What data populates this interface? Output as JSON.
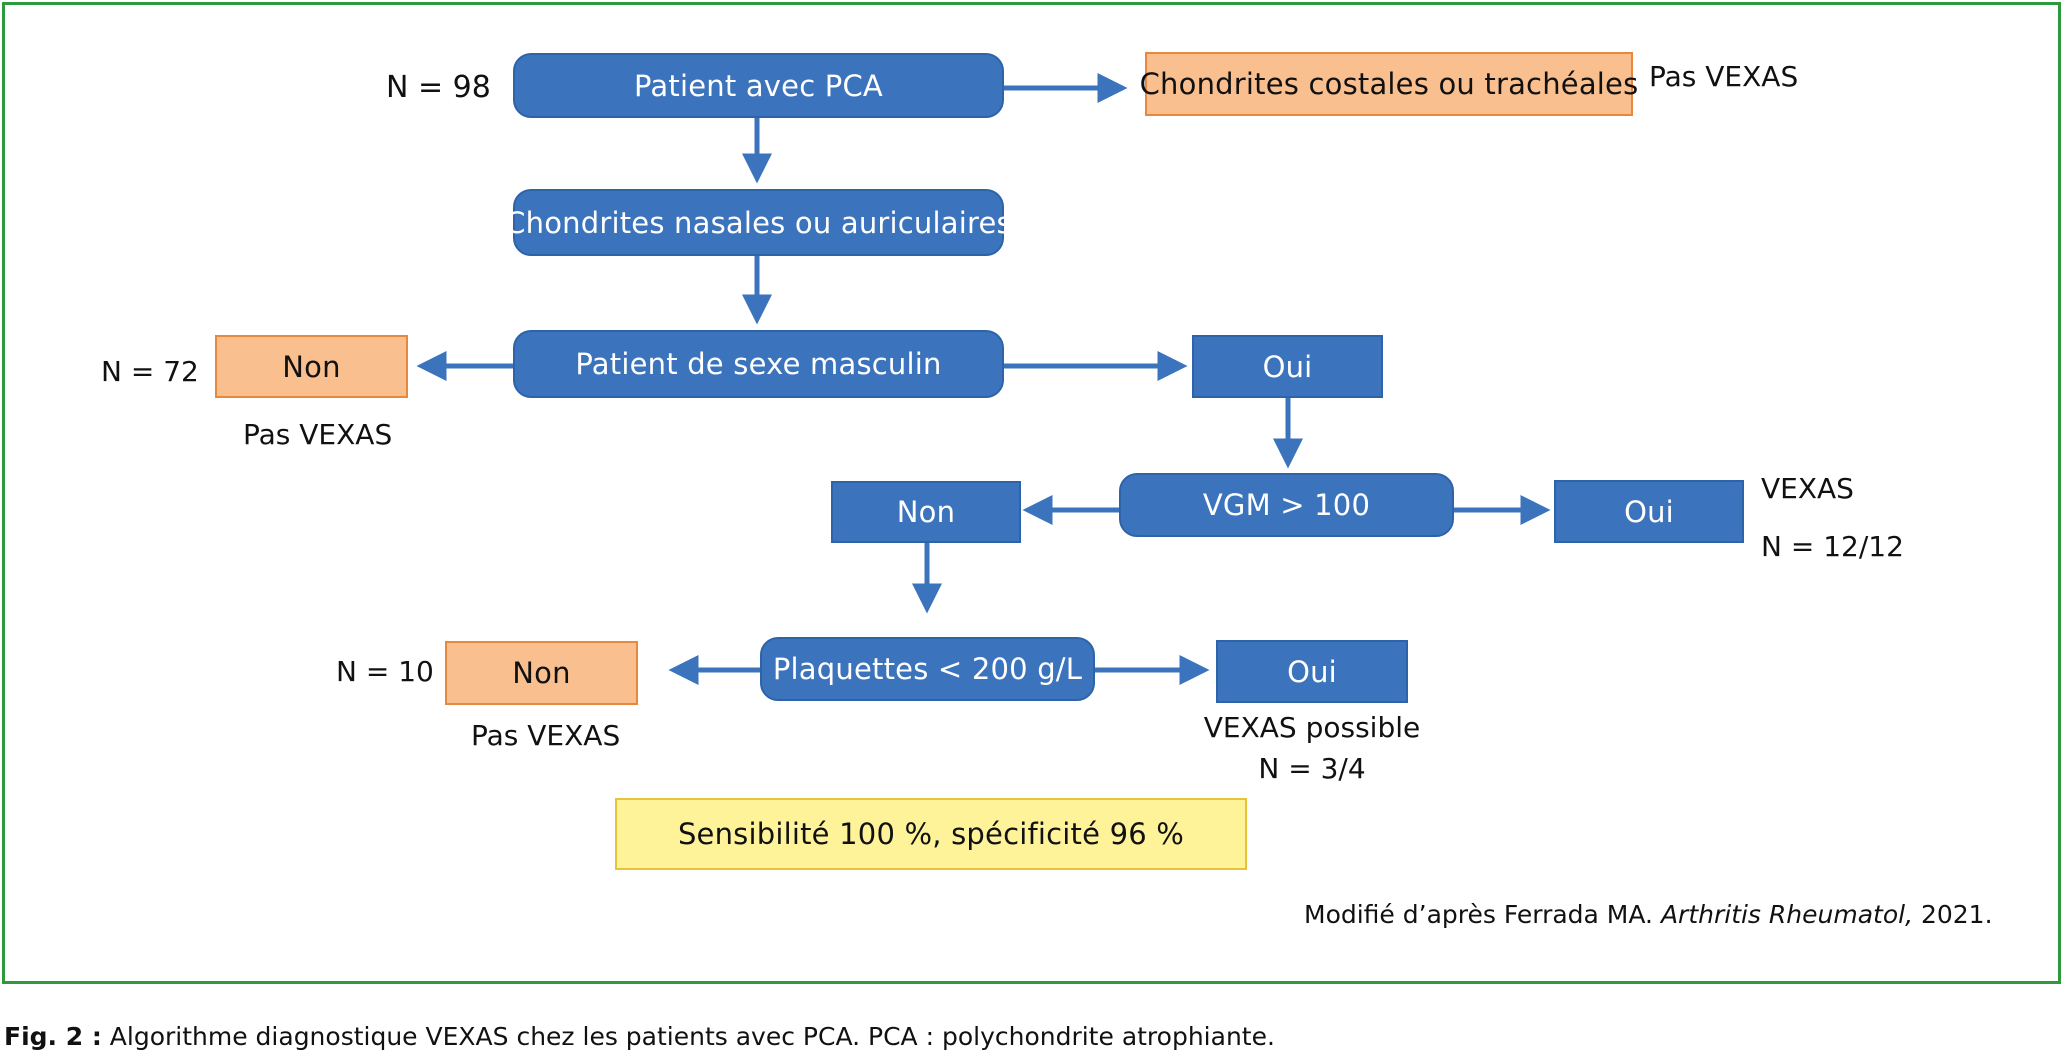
{
  "flowchart": {
    "start": {
      "label": "Patient avec PCA",
      "count": "N = 98"
    },
    "costal": {
      "label": "Chondrites costales ou trachéales",
      "outcome": "Pas VEXAS"
    },
    "nasal": {
      "label": "Chondrites nasales ou auriculaires"
    },
    "male": {
      "label": "Patient de sexe masculin"
    },
    "male_no": {
      "label": "Non",
      "count": "N = 72",
      "outcome": "Pas VEXAS"
    },
    "male_yes": {
      "label": "Oui"
    },
    "vgm": {
      "label": "VGM > 100"
    },
    "vgm_no": {
      "label": "Non"
    },
    "vgm_yes": {
      "label": "Oui",
      "outcome": "VEXAS",
      "count": "N = 12/12"
    },
    "plaquettes": {
      "label": "Plaquettes < 200 g/L"
    },
    "plaq_no": {
      "label": "Non",
      "count": "N = 10",
      "outcome": "Pas VEXAS"
    },
    "plaq_yes": {
      "label": "Oui",
      "outcome": "VEXAS possible",
      "count": "N = 3/4"
    },
    "summary": {
      "label": "Sensibilité 100 %, spécificité 96 %"
    }
  },
  "credit": {
    "prefix": "Modifié d’après Ferrada MA. ",
    "journal": "Arthritis Rheumatol,",
    "year": " 2021."
  },
  "caption": {
    "label": "Fig. 2 :",
    "text": " Algorithme diagnostique VEXAS chez les patients avec PCA. PCA : polychondrite atrophiante."
  },
  "colors": {
    "flow_blue": "#3b74bd",
    "negative_orange": "#f9bf8f",
    "summary_yellow": "#fff39a",
    "frame_green": "#2f9a3c"
  }
}
